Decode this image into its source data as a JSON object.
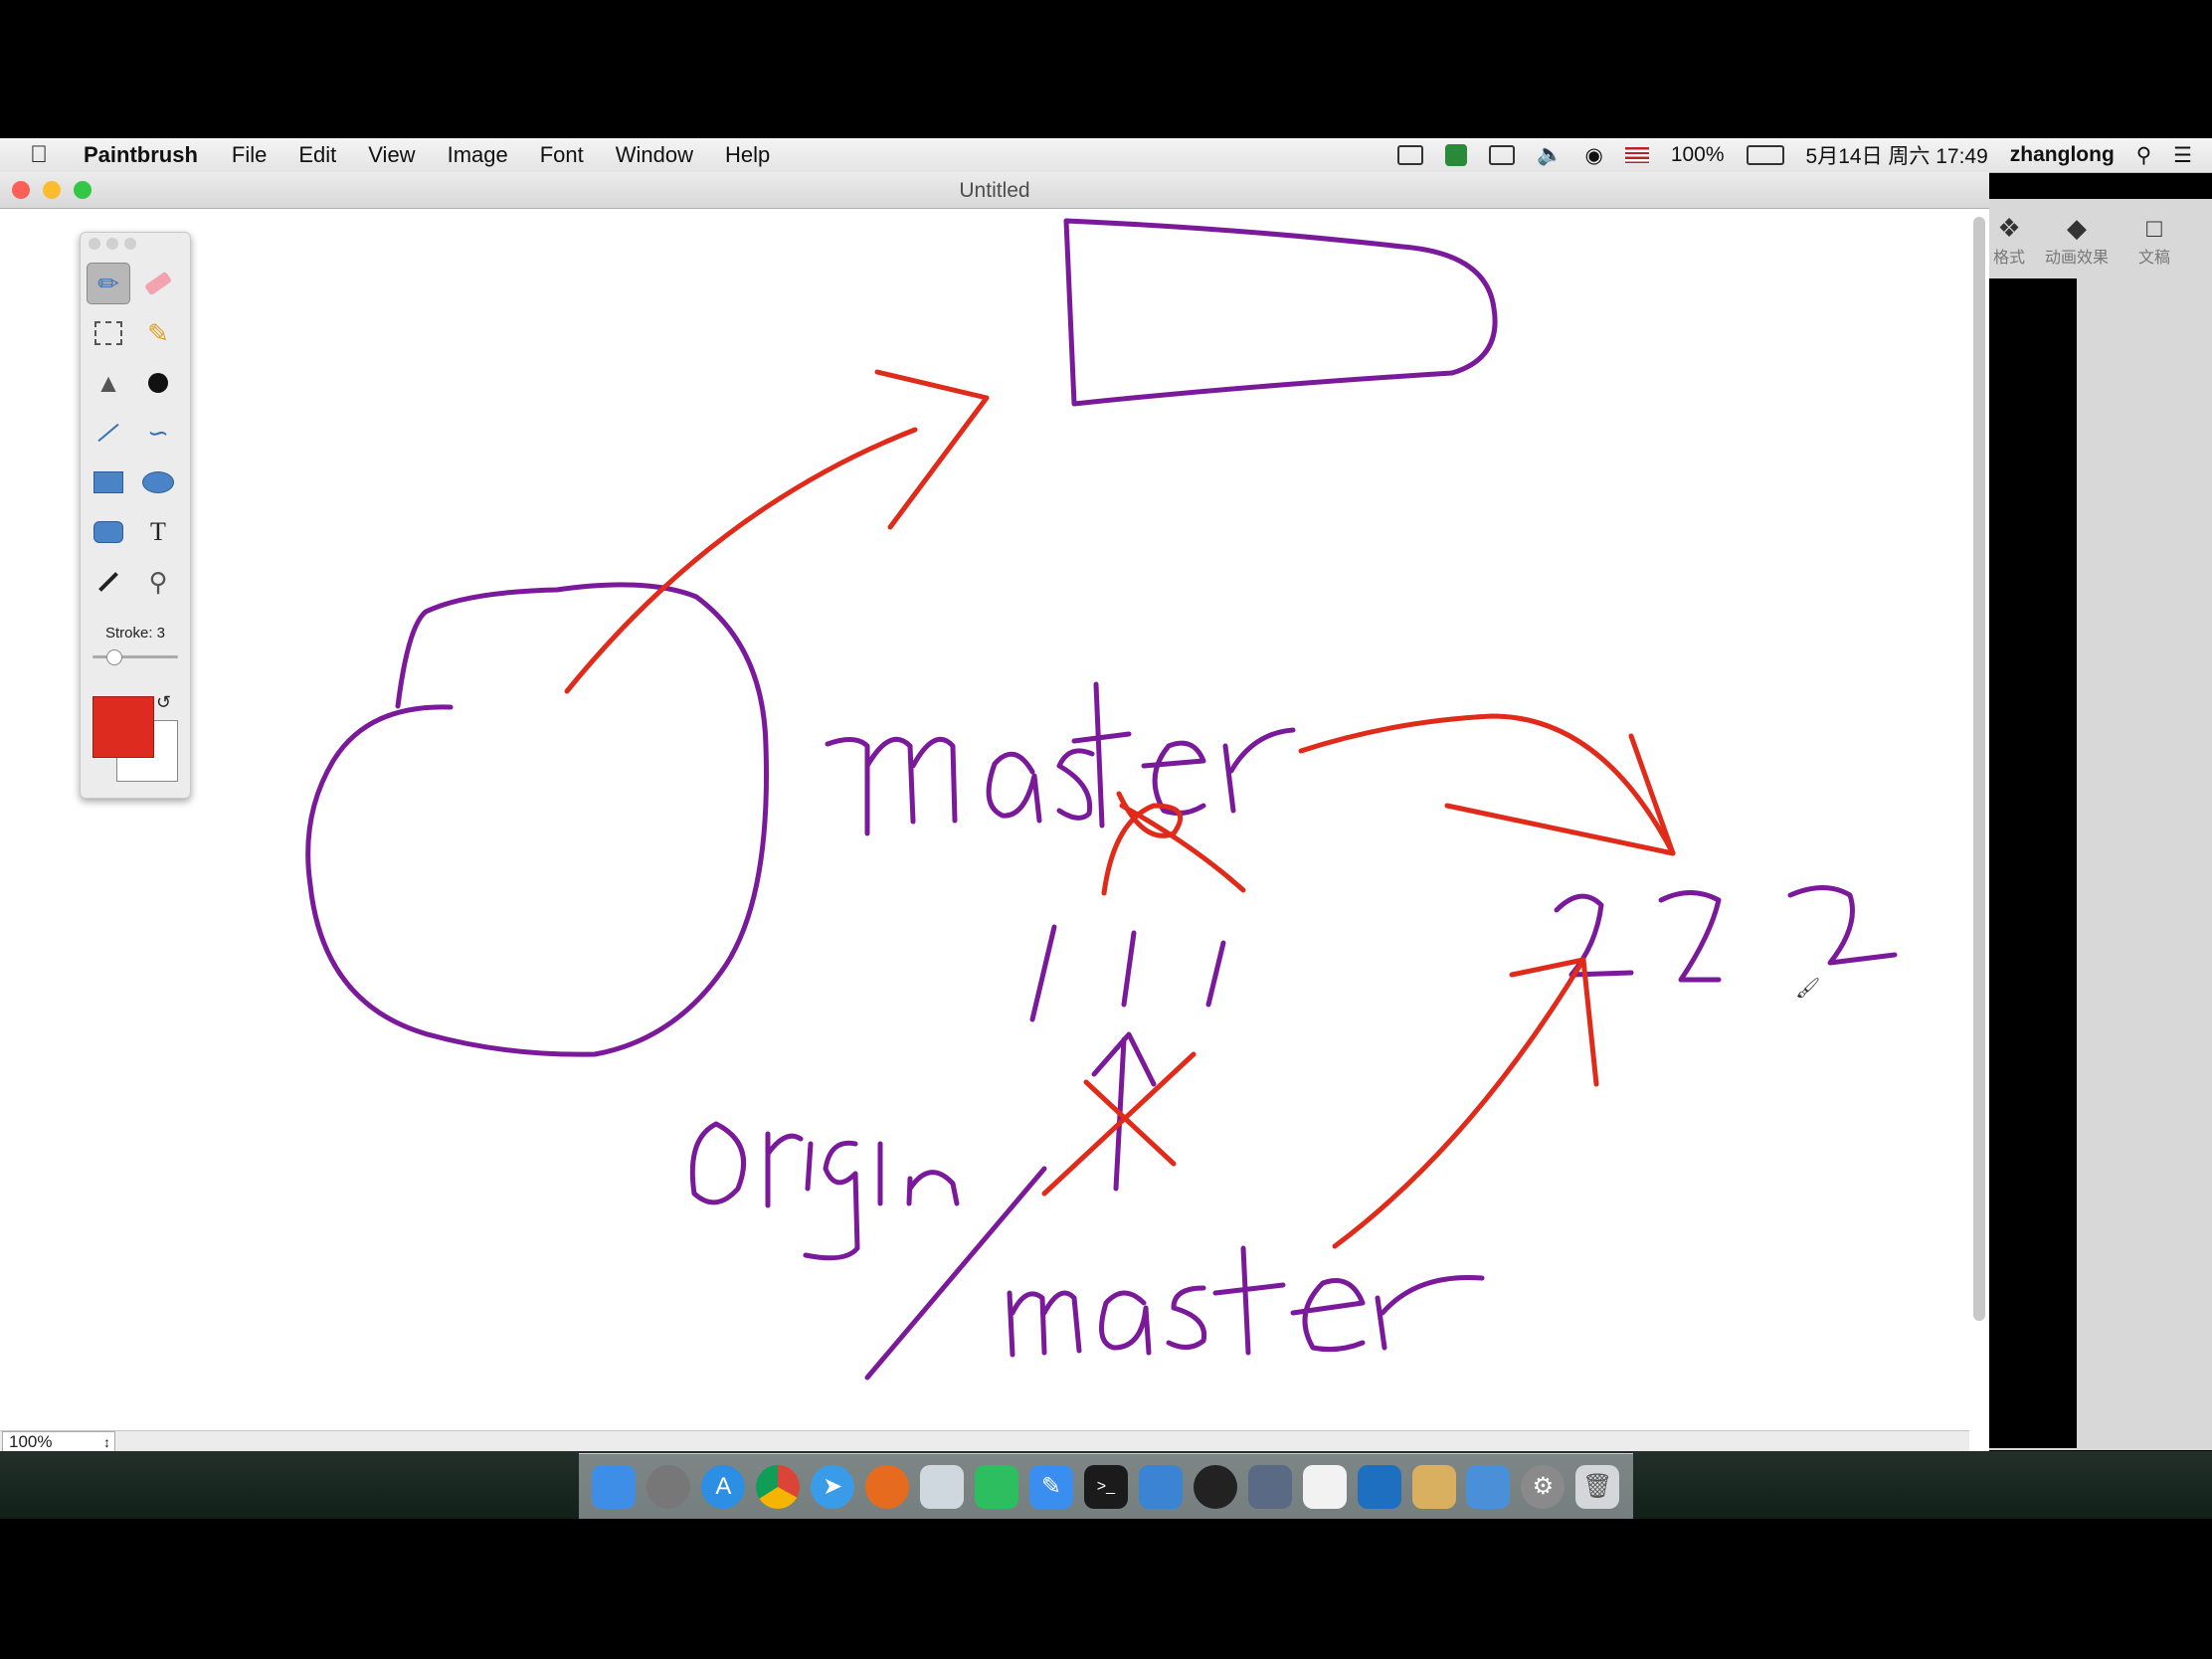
{
  "menubar": {
    "app_name": "Paintbrush",
    "menus": [
      "File",
      "Edit",
      "View",
      "Image",
      "Font",
      "Window",
      "Help"
    ],
    "status": {
      "battery": "100%",
      "datetime": "5月14日 周六 17:49",
      "user": "zhanglong"
    }
  },
  "window": {
    "title": "Untitled",
    "zoom": "100%"
  },
  "palette": {
    "tools": [
      "brush-icon",
      "eraser-icon",
      "selection-icon",
      "paint-bucket-alt-icon",
      "fill-bucket-icon",
      "bomb-icon",
      "line-icon",
      "curve-icon",
      "rectangle-icon",
      "ellipse-icon",
      "rounded-rect-icon",
      "text-icon",
      "eyedropper-icon",
      "zoom-icon"
    ],
    "selected_tool": "brush-icon",
    "stroke_label": "Stroke: 3",
    "stroke_value": 3,
    "foreground_color": "#de2b1f",
    "background_color": "#ffffff"
  },
  "canvas": {
    "handwritten_text": [
      "master",
      "origin",
      "master",
      "222"
    ],
    "ink_colors": {
      "purple": "#7a1a9a",
      "red": "#e02a1a"
    }
  },
  "right_app": {
    "toolbar": [
      "格式",
      "动画效果",
      "文稿"
    ]
  },
  "dock": {
    "apps": [
      "finder-icon",
      "launchpad-icon",
      "app-store-icon",
      "chrome-icon",
      "safari-icon",
      "firefox-icon",
      "preview-icon",
      "evernote-icon",
      "pages-icon",
      "terminal-icon",
      "xcode-icon",
      "qq-icon",
      "imovie-icon",
      "textedit-icon",
      "vscode-icon",
      "paintbrush-icon",
      "keynote-icon",
      "system-preferences-icon",
      "trash-icon"
    ]
  }
}
